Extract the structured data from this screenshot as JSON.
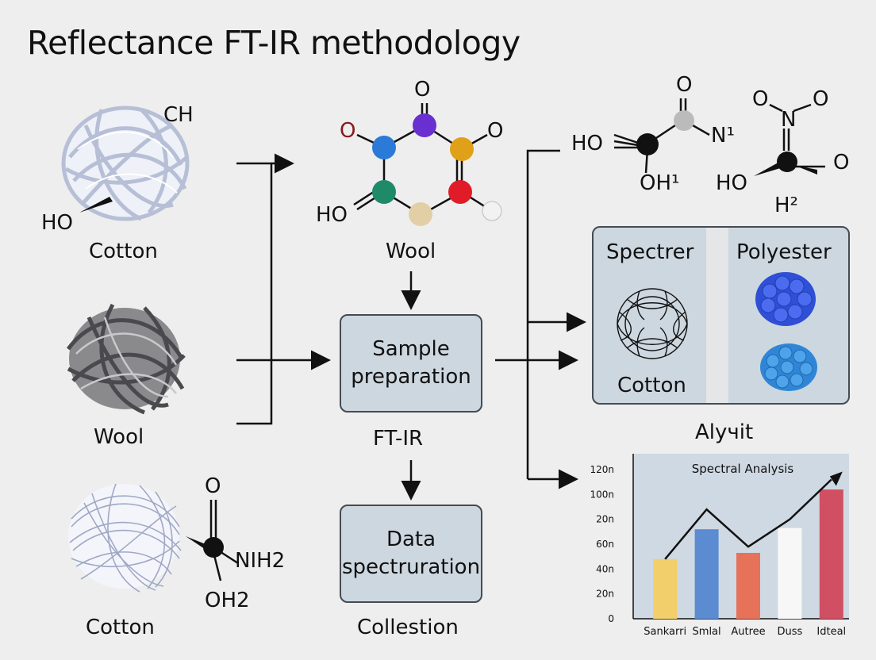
{
  "title": "Reflectance FT-IR methodology",
  "left_column": {
    "cotton_top": "Cotton",
    "wool_mid": "Wool",
    "cotton_bottom": "Cotton",
    "chem_ch": "CH",
    "chem_ho": "HO",
    "chem_o": "O",
    "chem_nh2": "NIH2",
    "chem_oh2": "OH2"
  },
  "middle_column": {
    "wool_label": "Wool",
    "molecule_o_top": "O",
    "molecule_o_left": "O",
    "molecule_o_right": "O",
    "molecule_ho": "HO",
    "sample_box": "Sample preparation",
    "ftir_label": "FT-IR",
    "data_box": "Data spectruration",
    "collection_label": "Collestion"
  },
  "right_column": {
    "mol1_ho": "HO",
    "mol1_o_top": "O",
    "mol1_n": "N¹",
    "mol1_oh": "OH¹",
    "mol2_o_left": "O",
    "mol2_n": "N",
    "mol2_o_right": "O",
    "mol2_ho": "HO",
    "mol2_o_far": "O",
    "mol2_h2": "H²",
    "panel_left_title": "Spectrer",
    "panel_right_title": "Polyester",
    "panel_cotton": "Cotton",
    "alyrit": "Alyчit"
  },
  "colors": {
    "panel_bg": "#cdd7e0",
    "bar_yellow": "#f2cf6a",
    "bar_blue": "#5b8bd0",
    "bar_orange": "#e6725a",
    "bar_white": "#f7f7f7",
    "bar_red": "#d04f62",
    "sphere_blue_dark": "#2f4fd6",
    "sphere_blue_light": "#2f86d6"
  },
  "chart_data": {
    "type": "bar",
    "title": "Spectral Analysis",
    "categories": [
      "Sankarri",
      "Smlal",
      "Autree",
      "Duss",
      "Idteal"
    ],
    "values": [
      48,
      72,
      53,
      73,
      104
    ],
    "yticks": [
      "120n",
      "100n",
      "20n",
      "60n",
      "40n",
      "20n",
      "0"
    ],
    "ytick_values": [
      120,
      100,
      80,
      60,
      40,
      20,
      0
    ],
    "ylim": [
      0,
      120
    ],
    "bar_colors": [
      "#f2cf6a",
      "#5b8bd0",
      "#e6725a",
      "#f7f7f7",
      "#d04f62"
    ],
    "trend_line": [
      48,
      88,
      58,
      80,
      112
    ],
    "grid": false,
    "legend": "none"
  }
}
